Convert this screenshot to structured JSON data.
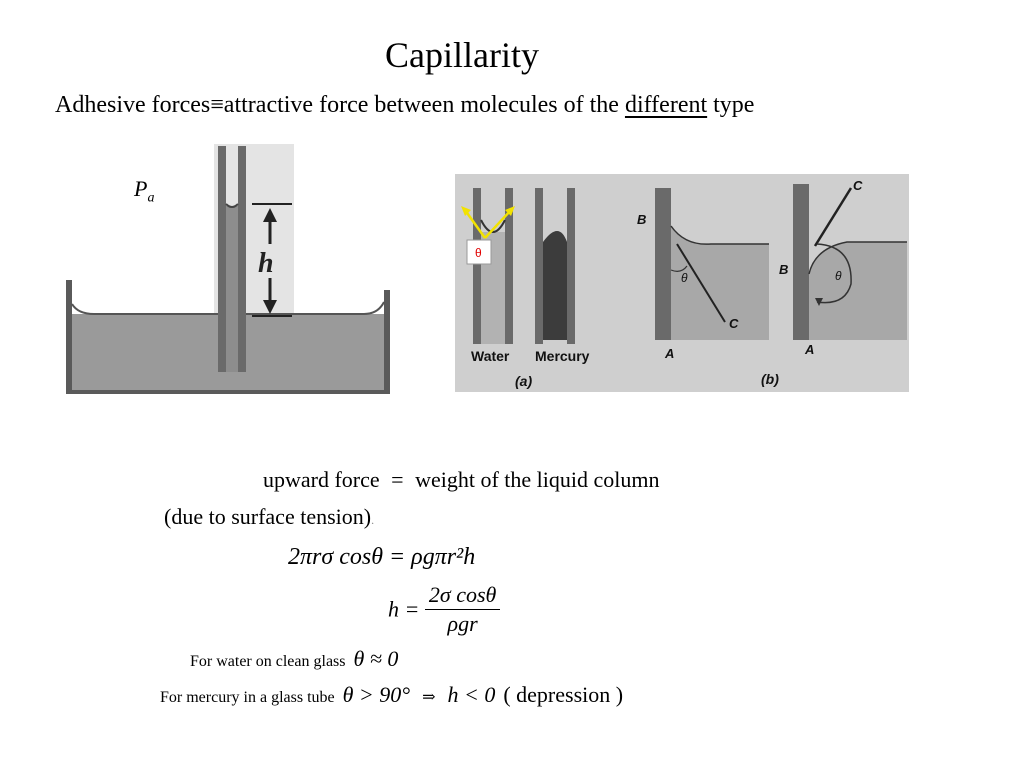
{
  "title": "Capillarity",
  "subtitle": {
    "prefix": "Adhesive forces≡attractive force between molecules of the ",
    "underlined": "different",
    "suffix": " type"
  },
  "pa_label": {
    "main": "P",
    "sub": "a"
  },
  "figure_left": {
    "height_label": "h"
  },
  "figure_right": {
    "water_label": "Water",
    "mercury_label": "Mercury",
    "panel_a_label": "(a)",
    "panel_b_label": "(b)",
    "theta_marker": "θ",
    "label_B1": "B",
    "label_C1": "C",
    "label_A1": "A",
    "label_theta1": "θ",
    "label_B2": "B",
    "label_C2": "C",
    "label_A2": "A",
    "label_theta2": "θ"
  },
  "equations": {
    "line1_left": "upward force",
    "line1_eq": "=",
    "line1_right": "weight of the liquid column",
    "line2": "(due to surface tension)",
    "line2_dot": ".",
    "eq1": "2πrσ cosθ = ρgπr²h",
    "eq2_lhs": "h =",
    "eq2_num": "2σ cosθ",
    "eq2_den": "ρgr",
    "water_text": "For water on clean glass",
    "water_math": "θ ≈ 0",
    "mercury_text": "For mercury in a glass tube",
    "mercury_math1": "θ  > 90°",
    "mercury_arrow": "⇒",
    "mercury_math2": "h < 0",
    "mercury_note": "( depression )"
  }
}
